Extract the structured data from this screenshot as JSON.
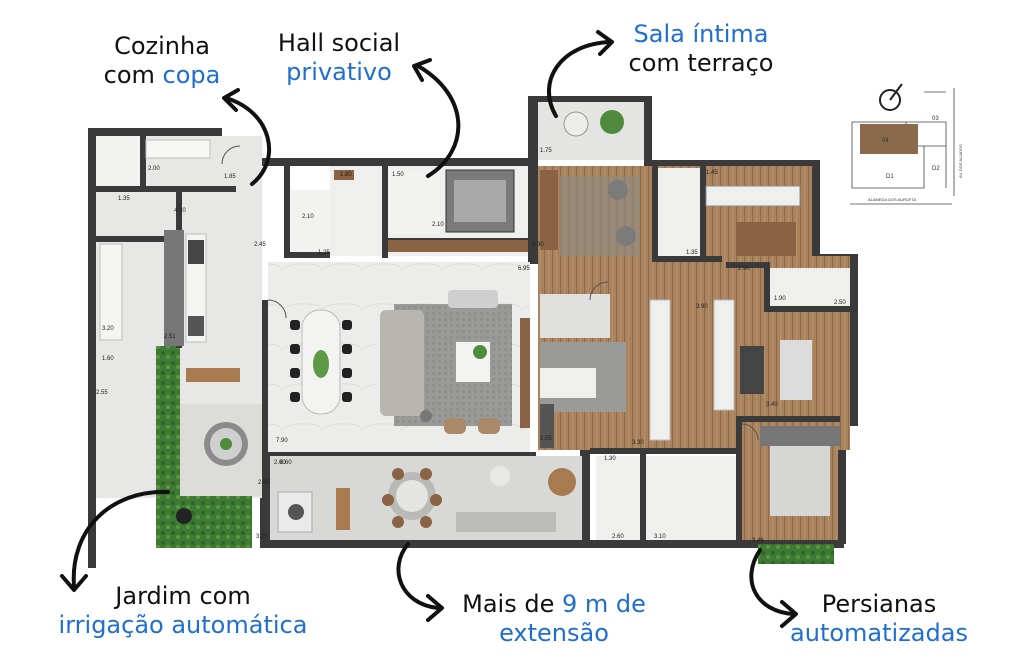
{
  "colors": {
    "accent": "#1f6fd1",
    "text": "#111111",
    "wall": "#3a3a3a",
    "floor_light": "#e9e9e7",
    "wood": "#a9825e",
    "garden": "#3f7a35"
  },
  "callouts": {
    "cozinha": {
      "line1": "Cozinha",
      "line2_pre": "com ",
      "line2_hl": "copa"
    },
    "hall": {
      "line1": "Hall social",
      "line2_hl": "privativo"
    },
    "sala": {
      "line1_hl": "Sala íntima",
      "line2": "com terraço"
    },
    "jardim": {
      "line1": "Jardim com",
      "line2_hl": "irrigação automática"
    },
    "extensao": {
      "line1_pre": "Mais de ",
      "line1_hl": "9 m de",
      "line2_hl": "extensão"
    },
    "persianas": {
      "line1": "Persianas",
      "line2_hl": "automatizadas"
    }
  },
  "dimensions": [
    "2.00",
    "1.85",
    "1.35",
    "4.90",
    "2.45",
    "2.10",
    "1.25",
    "1.50",
    "1.90",
    "2.10",
    "6.95",
    "3.20",
    "2.51",
    "7.90",
    "1.60",
    "2.55",
    "2.60",
    "8.60",
    "2.85",
    "3.25",
    "1.75",
    "1.45",
    "1.35",
    "2.90",
    "1.90",
    "2.50",
    "3.90",
    "3.40",
    "1.30",
    "3.30",
    "2.60",
    "3.10",
    "1.55",
    "2.90",
    "3.46"
  ],
  "keymap": {
    "room_labels": [
      "04",
      "03",
      "D1",
      "D2"
    ],
    "street_label": "ALAMEDA DOS AURUFTA",
    "side_label": "AV. DOS ALIADOS"
  }
}
